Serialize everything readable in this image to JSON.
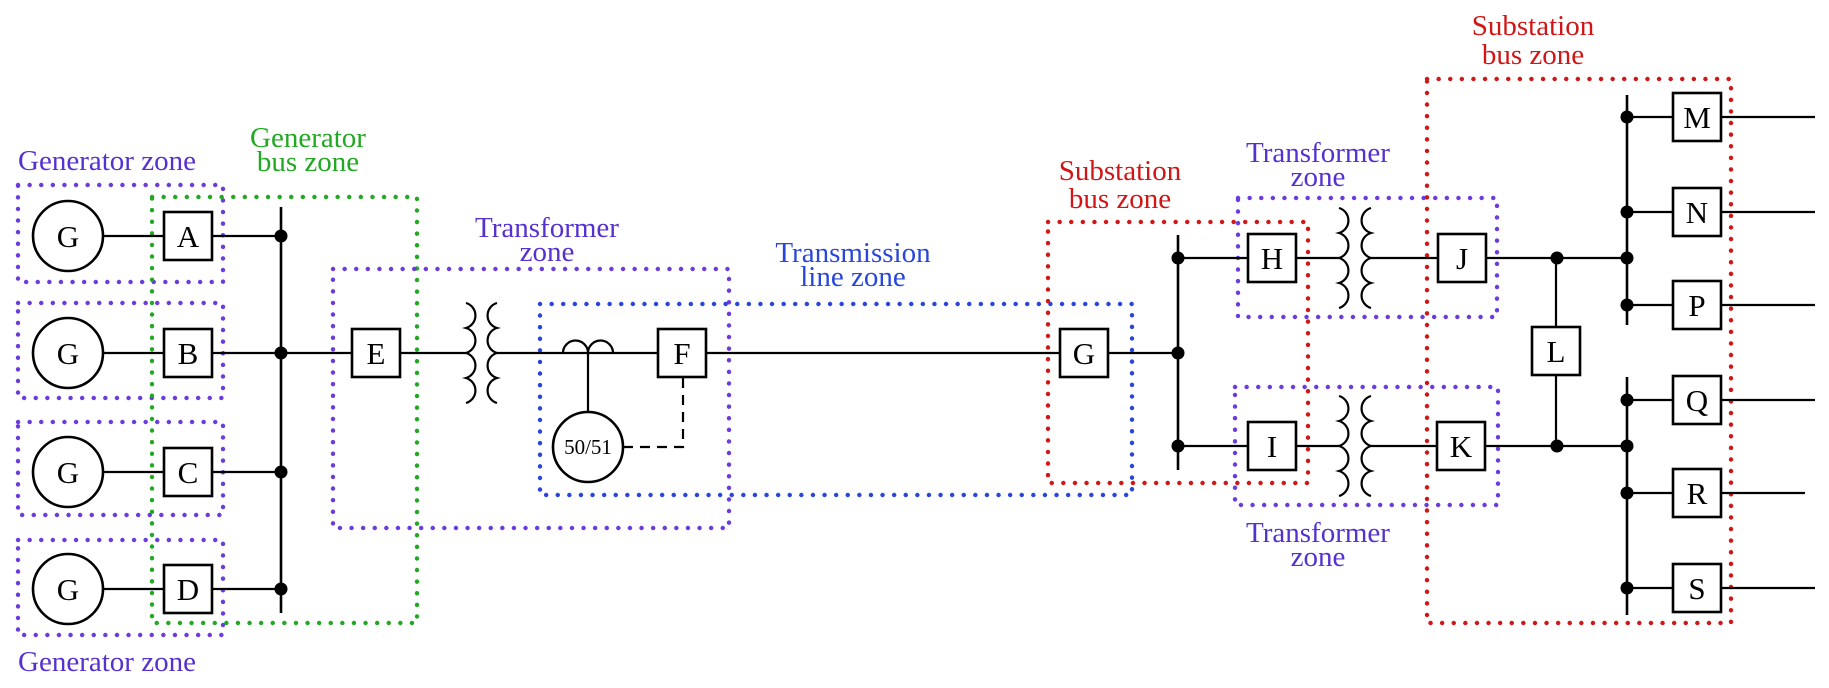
{
  "labels": {
    "generator_zone_top": "Generator zone",
    "generator_zone_bottom": "Generator zone",
    "generator_bus_zone": {
      "line1": "Generator",
      "line2": "bus zone"
    },
    "transformer_zone_left": {
      "line1": "Transformer",
      "line2": "zone"
    },
    "transmission_line_zone": {
      "line1": "Transmission",
      "line2": "line zone"
    },
    "substation_bus_zone_left": {
      "line1": "Substation",
      "line2": "bus zone"
    },
    "transformer_zone_top_right": {
      "line1": "Transformer",
      "line2": "zone"
    },
    "substation_bus_zone_right": {
      "line1": "Substation",
      "line2": "bus zone"
    },
    "transformer_zone_bottom_right": {
      "line1": "Transformer",
      "line2": "zone"
    }
  },
  "devices": {
    "generator_label": "G",
    "relay_label": "50/51",
    "breakers": {
      "a": "A",
      "b": "B",
      "c": "C",
      "d": "D",
      "e": "E",
      "f": "F",
      "g": "G",
      "h": "H",
      "i": "I",
      "j": "J",
      "k": "K",
      "l": "L",
      "m": "M",
      "n": "N",
      "p": "P",
      "q": "Q",
      "r": "R",
      "s": "S"
    }
  },
  "colors": {
    "generator_zone": "#5531d0",
    "generator_bus_zone": "#22a822",
    "transformer_zone": "#5531d0",
    "transmission_line_zone": "#2946db",
    "substation_bus_zone": "#d01616",
    "circuit": "#000000",
    "background": "#ffffff"
  }
}
